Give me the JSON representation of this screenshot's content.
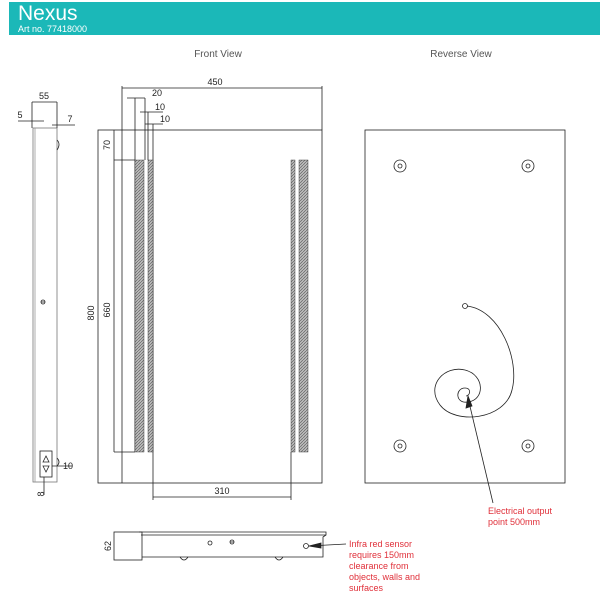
{
  "header": {
    "title": "Nexus",
    "art_no": "Art no. 77418000",
    "accent": "#1bb8b8"
  },
  "views": {
    "front": "Front View",
    "reverse": "Reverse View"
  },
  "dimensions": {
    "side_width": "55",
    "side_left": "5",
    "side_right": "7",
    "side_bottom_right": "10",
    "side_bottom": "8",
    "width": "450",
    "strip_20": "20",
    "strip_10a": "10",
    "strip_10b": "10",
    "top_70": "70",
    "height_800": "800",
    "strip_660": "660",
    "strip_spacing": "310",
    "depth_62": "62"
  },
  "annotations": {
    "electrical": [
      "Electrical output",
      "point 500mm"
    ],
    "sensor": [
      "Infra red sensor",
      "requires 150mm",
      "clearance from",
      "objects, walls and",
      "surfaces"
    ],
    "red": "#e0303a"
  }
}
